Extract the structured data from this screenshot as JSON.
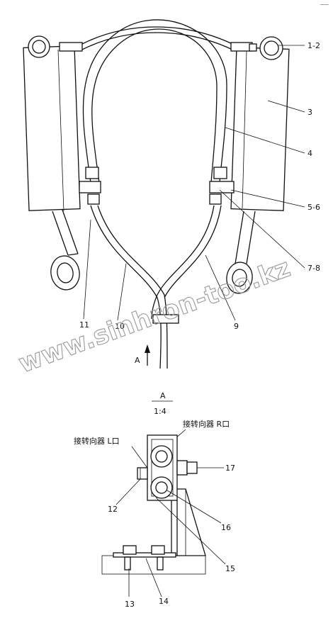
{
  "upper_view": {
    "part_labels": [
      "1-2",
      "3",
      "4",
      "5-6",
      "7-8",
      "9",
      "10",
      "11"
    ],
    "view_arrow_label": "A"
  },
  "section_view": {
    "title": "A",
    "scale": "1:4",
    "port_label_r": "接转向器 R口",
    "port_label_l": "接转向器 L口",
    "part_labels": [
      "12",
      "13",
      "14",
      "15",
      "16",
      "17"
    ]
  },
  "watermark": "www.sinhron-too.kz",
  "corner_mark": "——"
}
